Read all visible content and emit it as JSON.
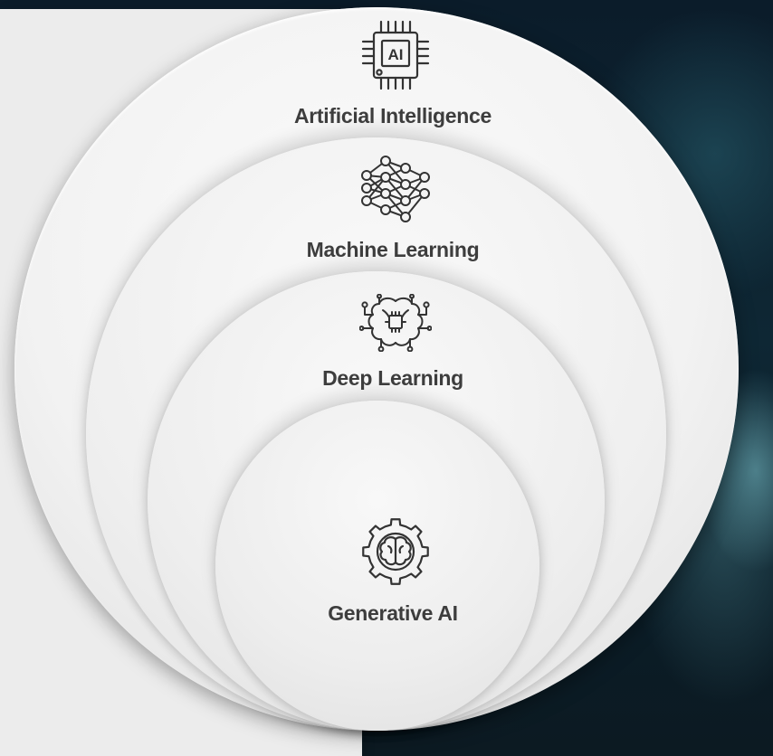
{
  "layers": [
    {
      "label": "Artificial Intelligence",
      "icon": "ai-chip-icon"
    },
    {
      "label": "Machine Learning",
      "icon": "neural-network-icon"
    },
    {
      "label": "Deep Learning",
      "icon": "circuit-brain-icon"
    },
    {
      "label": "Generative AI",
      "icon": "gear-brain-icon"
    }
  ],
  "chip_text": "AI",
  "colors": {
    "text": "#3d3d3d",
    "icon": "#333333",
    "ring": "#f0f0f0",
    "background": "#0e2734"
  }
}
